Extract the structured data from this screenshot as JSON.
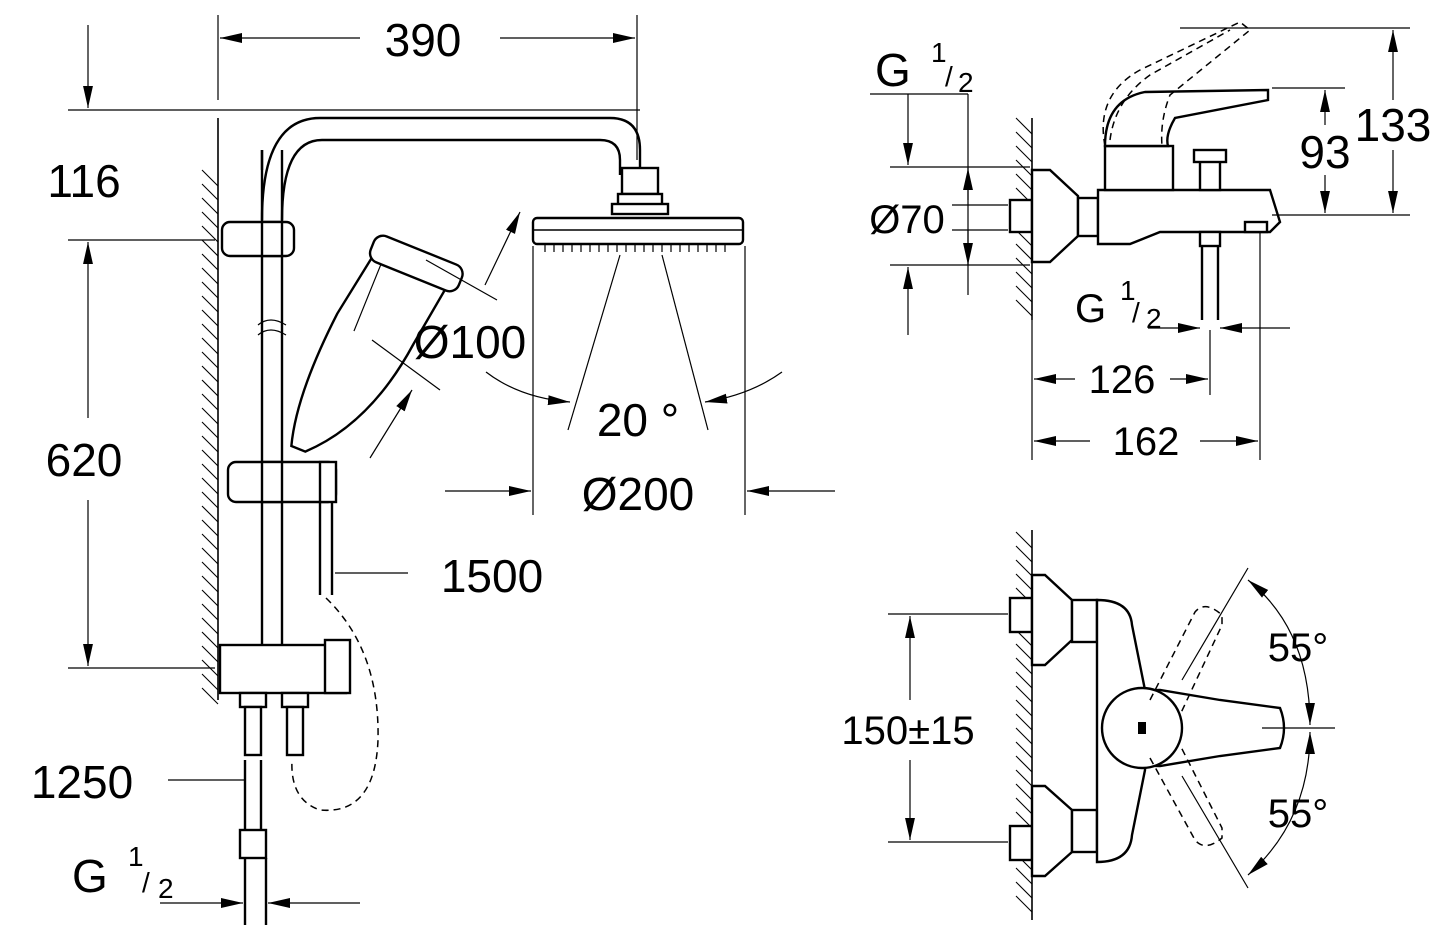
{
  "shower_system": {
    "dim_width": "390",
    "dim_arm_height": "116",
    "dim_rail_length": "620",
    "dim_hand_shower_dia": "Ø100",
    "dim_spray_angle": "20 °",
    "dim_head_shower_dia": "Ø200",
    "dim_hose": "1500",
    "dim_supply_hose": "1250",
    "thread": {
      "g": "G",
      "num": "1",
      "den": "2"
    }
  },
  "mixer_side": {
    "thread_top": {
      "g": "G",
      "num": "1",
      "den": "2"
    },
    "dim_rosette_dia": "Ø70",
    "thread_bottom": {
      "g": "G",
      "num": "1",
      "den": "2"
    },
    "dim_lever_height": "93",
    "dim_total_height": "133",
    "dim_spout_reach": "126",
    "dim_total_depth": "162"
  },
  "mixer_front": {
    "dim_centers": "150±15",
    "angle_up": "55°",
    "angle_down": "55°"
  }
}
